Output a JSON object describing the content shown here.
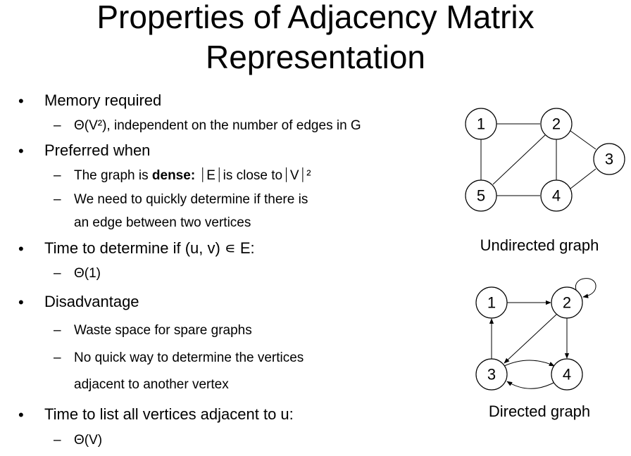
{
  "title": {
    "line1": "Properties of Adjacency Matrix",
    "line2": "Representation"
  },
  "bullet_glyph": "•",
  "dash_glyph": "–",
  "items": {
    "memory": "Memory required",
    "memory_sub": "Θ(V²), independent on the number of edges in G",
    "preferred": "Preferred when",
    "dense_a": "The graph is ",
    "dense_b": "dense:",
    "dense_c": " ⏐E⏐is close to⏐V⏐²",
    "quick_1": "We need to quickly determine if there is",
    "quick_2": "an edge between two vertices",
    "time_det": "Time to determine if (u, v) ∊ E:",
    "time_det_sub": "Θ(1)",
    "disadvantage": "Disadvantage",
    "waste": "Waste space for spare graphs",
    "noquick_1": "No quick way to determine the vertices",
    "noquick_2": "adjacent to another vertex",
    "time_list": "Time to list all vertices adjacent to u:",
    "time_list_sub": "Θ(V)"
  },
  "undirected": {
    "caption": "Undirected graph",
    "nodes": [
      "1",
      "2",
      "3",
      "4",
      "5"
    ]
  },
  "directed": {
    "caption": "Directed graph",
    "nodes": [
      "1",
      "2",
      "3",
      "4"
    ]
  }
}
